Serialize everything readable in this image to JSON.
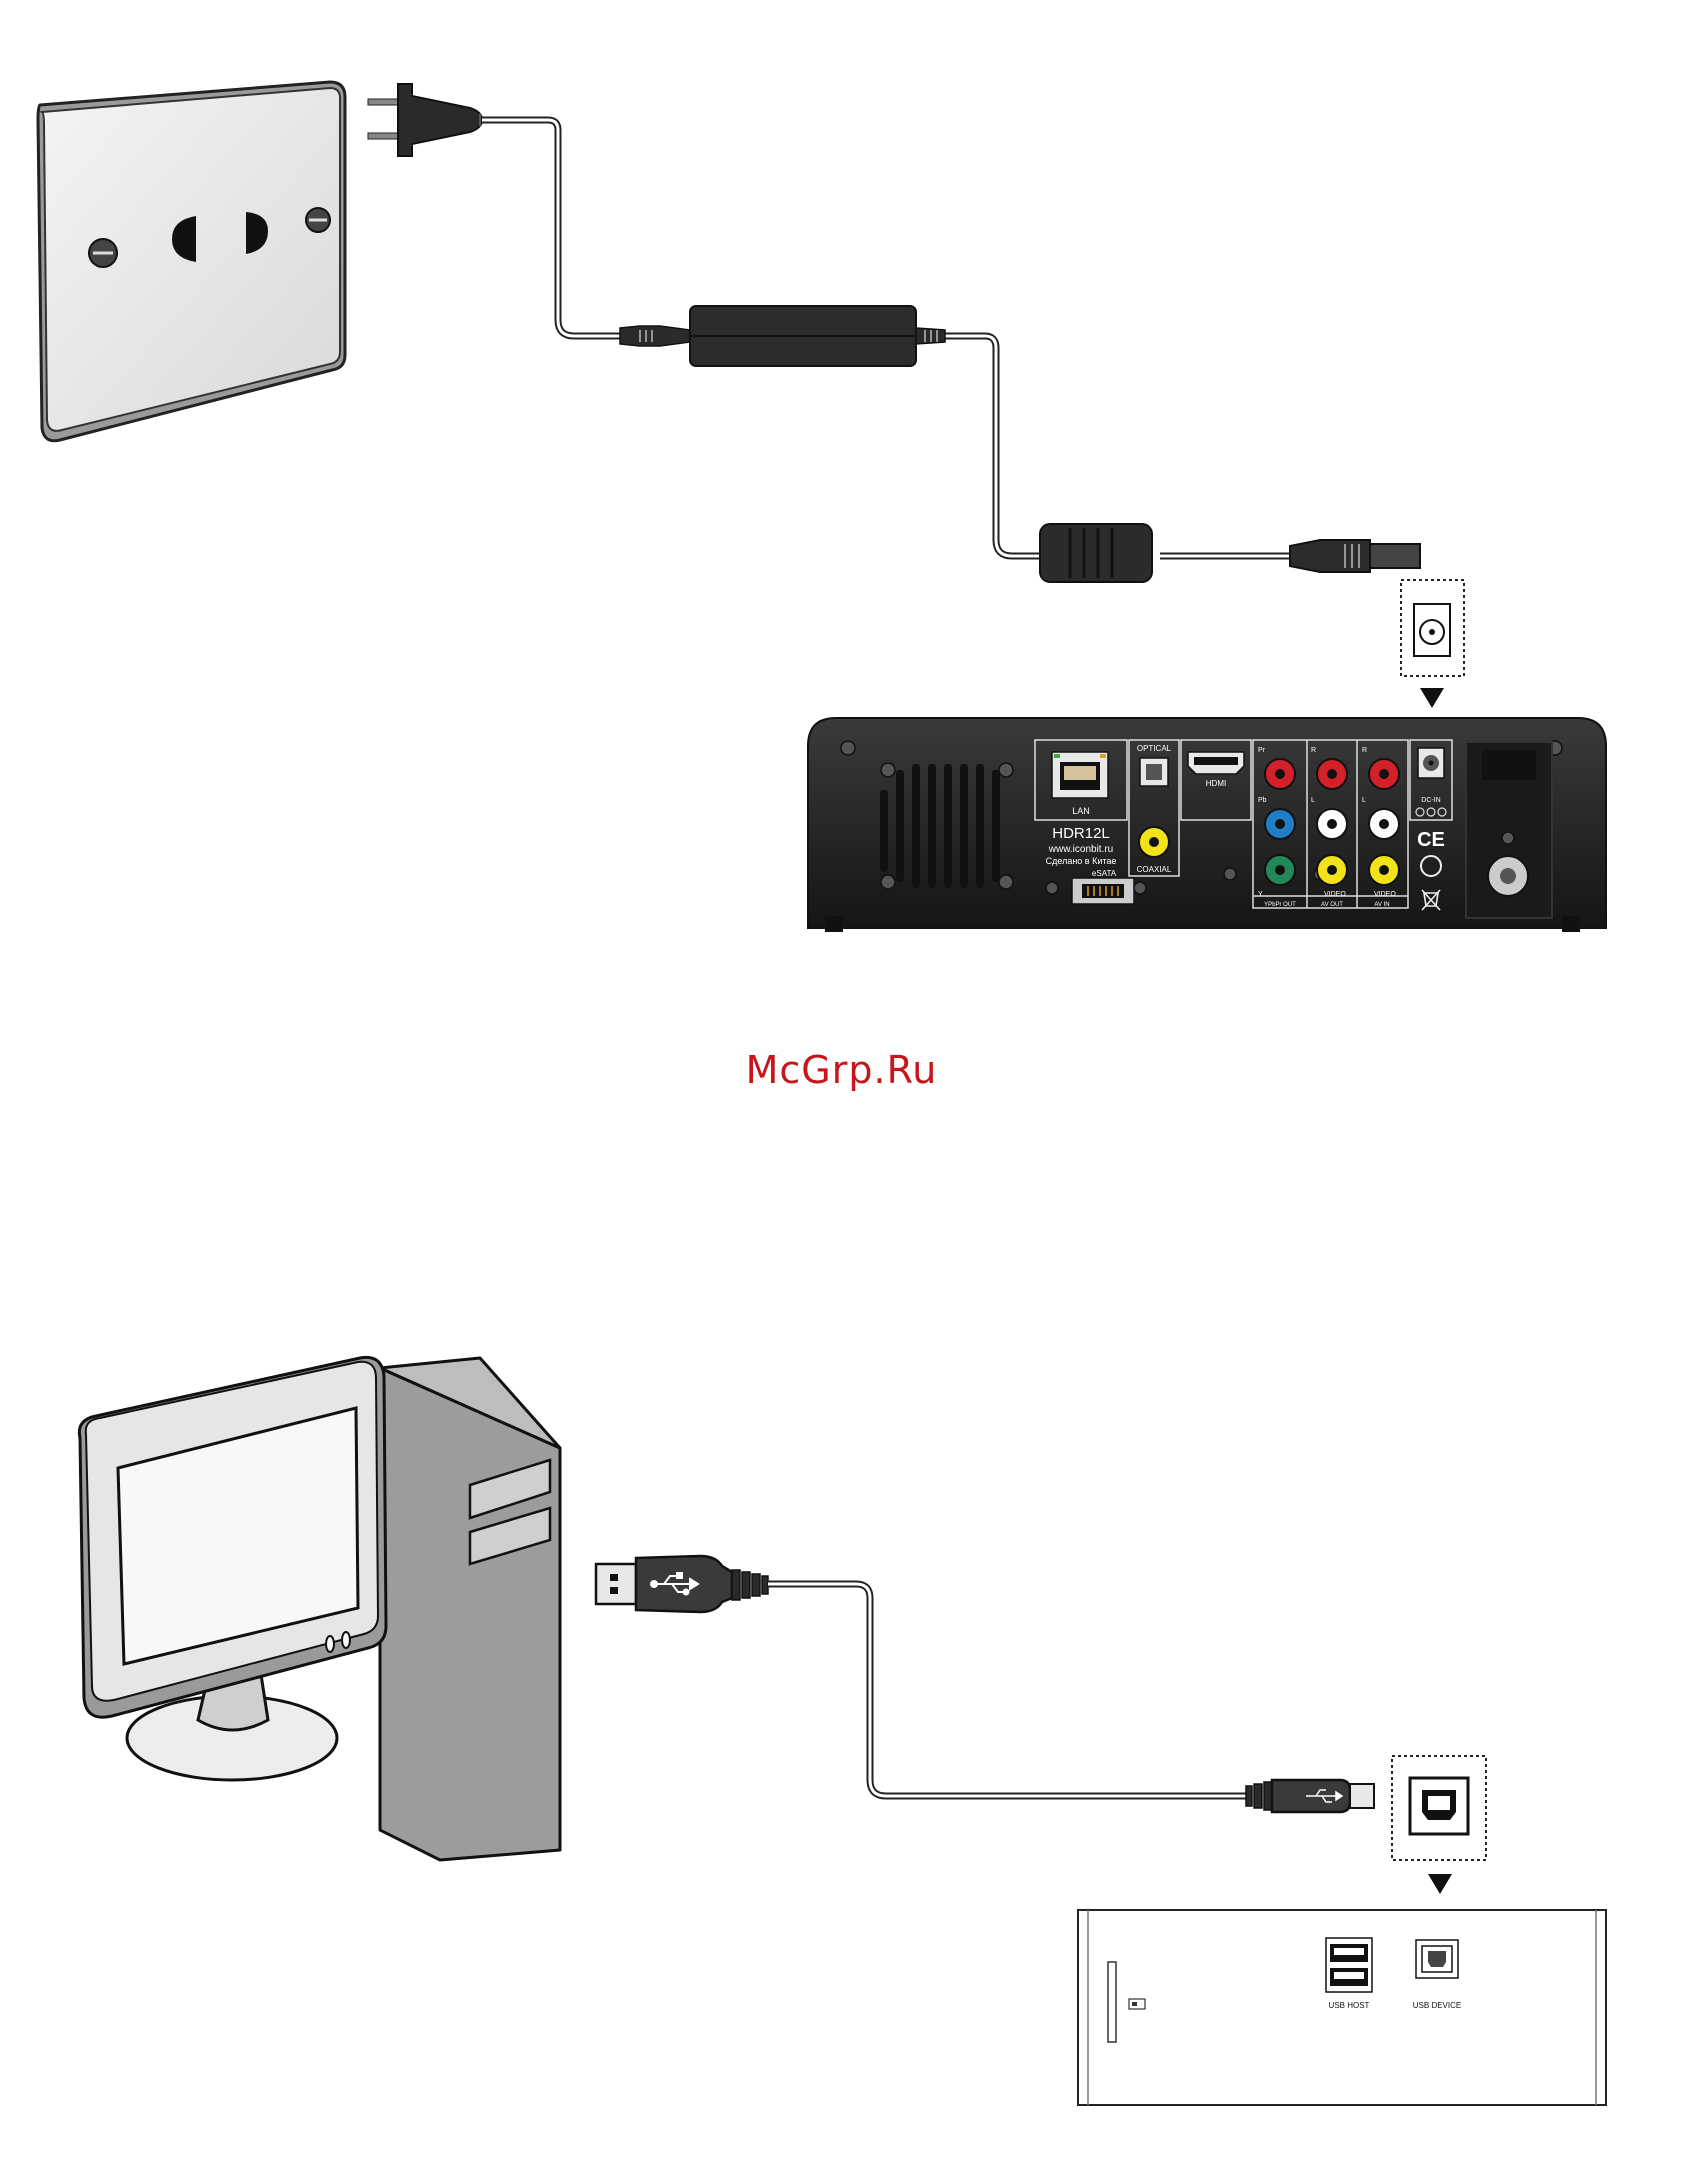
{
  "watermark": "McGrp.Ru",
  "player_rear": {
    "ports": {
      "lan": "LAN",
      "model": "HDR12L",
      "website": "www.iconbit.ru",
      "made_in": "Сделано в Китае",
      "esata": "eSATA",
      "optical": "OPTICAL",
      "coaxial": "COAXIAL",
      "hdmi": "HDMI",
      "pr": "Pr",
      "pb": "Pb",
      "y": "Y",
      "r1": "R",
      "l1": "L",
      "video1": "VIDEO",
      "r2": "R",
      "l2": "L",
      "video2": "VIDEO",
      "ypbpr_out": "YPbPr OUT",
      "av_out": "AV OUT",
      "av_in": "AV IN",
      "dc_in": "DC-IN",
      "ce_mark": "CE"
    }
  },
  "player_side": {
    "usb_host": "USB HOST",
    "usb_device": "USB DEVICE"
  },
  "colors": {
    "watermark": "#c8151b",
    "device_body": "#1e1e1e",
    "rca_red": "#d4202a",
    "rca_blue": "#1f7fc6",
    "rca_green": "#21885a",
    "rca_yellow": "#f2e21a",
    "rca_white": "#ffffff"
  }
}
